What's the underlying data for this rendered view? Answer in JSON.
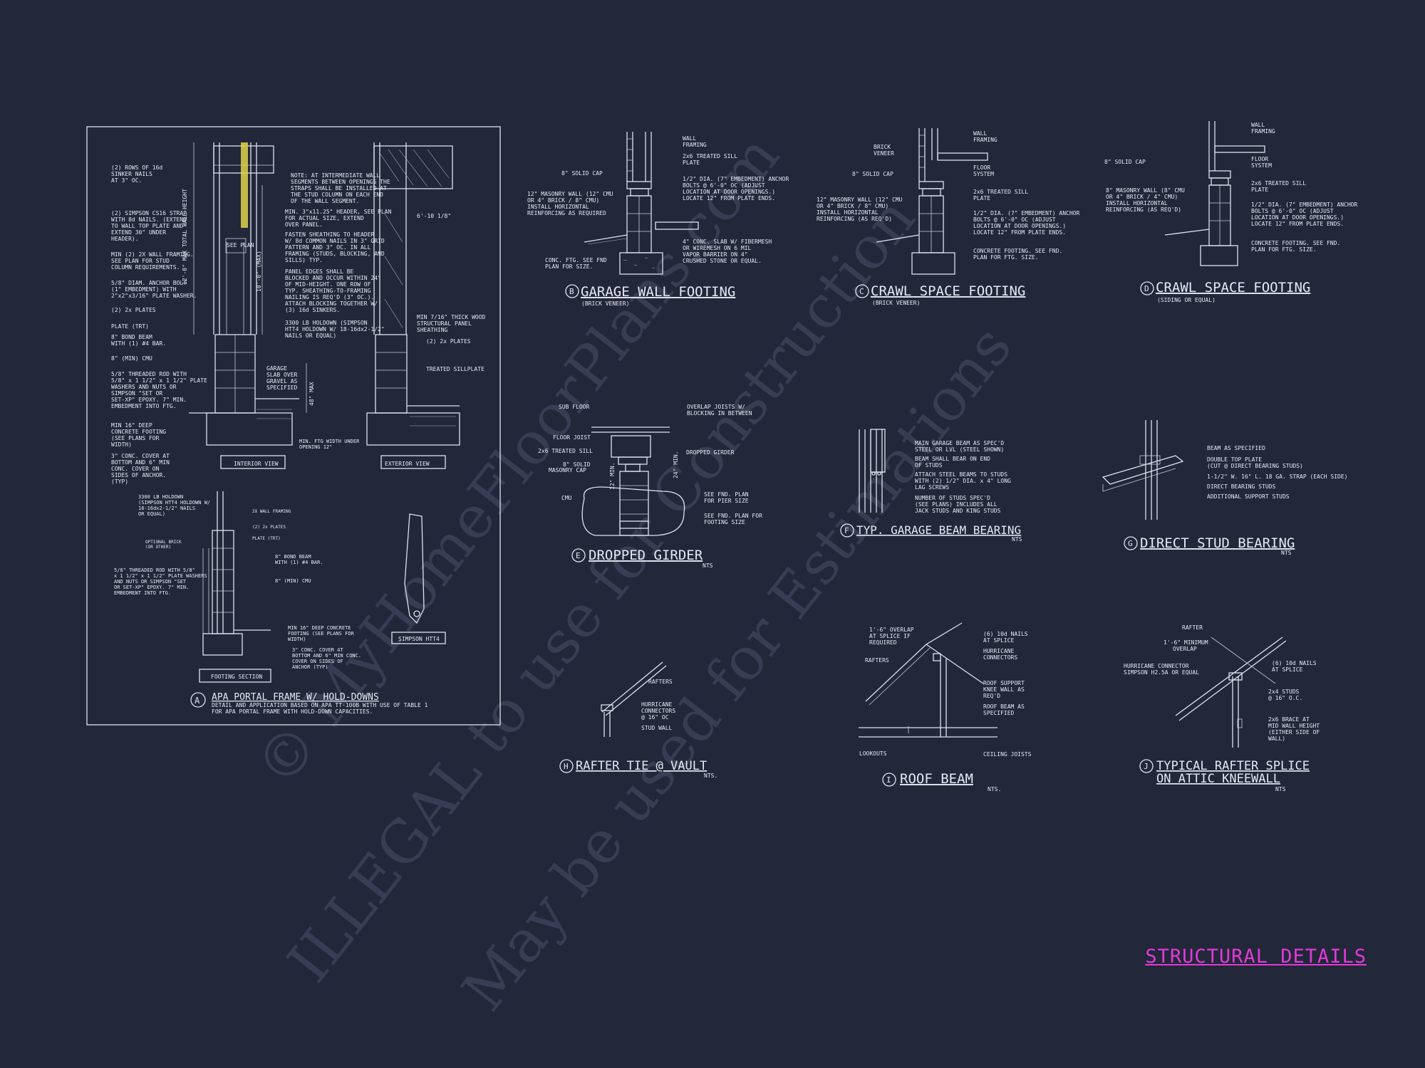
{
  "sheet_title": "STRUCTURAL DETAILS",
  "colors": {
    "background": "#22273a",
    "linework": "#dfe3ee",
    "title": "#e23ad8",
    "highlight": "#e0d44a",
    "watermark": "#4a5068"
  },
  "watermark": {
    "line1": "© MyHomeFloorPlans.com",
    "line2": "ILLEGAL to use for Construction",
    "line3": "May be used for Estimations"
  },
  "detail_a": {
    "title": "APA PORTAL FRAME W/ HOLD-DOWNS",
    "subtitle1": "DETAIL AND APPLICATION BASED ON APA TT-100B WITH USE OF TABLE 1",
    "subtitle2": "FOR APA PORTAL FRAME WITH HOLD-DOWN CAPACITIES.",
    "interior_view": "INTERIOR VIEW",
    "exterior_view": "EXTERIOR VIEW",
    "footing_section": "FOOTING SECTION",
    "simpson": "SIMPSON HTT4",
    "notes_left": [
      "(2) ROWS OF 16d",
      "SINKER NAILS",
      "AT 3\" OC.",
      "(2) SIMPSON CS16 STRAP",
      "WITH 8d NAILS. (EXTEND",
      "TO WALL TOP PLATE AND",
      "EXTEND 30\" UNDER",
      "HEADER).",
      "MIN (2) 2X WALL FRAMING.",
      "SEE PLAN FOR STUD",
      "COLUMN REQUIREMENTS.",
      "5/8\" DIAM. ANCHOR BOLT",
      "(1\" EMBEDMENT) WITH",
      "2\"x2\"x3/16\" PLATE WASHER.",
      "(2) 2x PLATES",
      "PLATE (TRT)",
      "8\" BOND BEAM",
      "WITH (1) #4 BAR.",
      "8\" (MIN) CMU",
      "5/8\" THREADED ROD WITH",
      "5/8\" x 1 1/2\" x 1 1/2\" PLATE",
      "WASHERS AND NUTS OR",
      "SIMPSON \"SET OR",
      "SET-XP\" EPOXY. 7\" MIN.",
      "EMBEDMENT INTO FTG.",
      "MIN 16\" DEEP",
      "CONCRETE FOOTING",
      "(SEE PLANS FOR",
      "WIDTH)",
      "3\" CONC. COVER AT",
      "BOTTOM AND 6\" MIN",
      "CONC. COVER ON",
      "SIDES OF ANCHOR.",
      "(TYP)"
    ],
    "notes_mid": [
      "NOTE: AT INTERMEDIATE WALL",
      "SEGMENTS BETWEEN OPENINGS THE",
      "STRAPS SHALL BE INSTALLED AT",
      "THE STUD COLUMN ON EACH END",
      "OF THE WALL SEGMENT.",
      "MIN. 3\"x11.25\" HEADER, SEE PLAN",
      "FOR ACTUAL SIZE, EXTEND",
      "OVER PANEL.",
      "FASTEN SHEATHING TO HEADER",
      "W/ 8d COMMON NAILS IN 3\" GRID",
      "PATTERN AND 3\" OC. IN ALL",
      "FRAMING (STUDS, BLOCKING, AND",
      "SILLS) TYP.",
      "PANEL EDGES SHALL BE",
      "BLOCKED AND OCCUR WITHIN 24\"",
      "OF MID-HEIGHT. ONE ROW OF",
      "TYP. SHEATHING-TO-FRAMING",
      "NAILING IS REQ'D (3\" OC.).",
      "ATTACH BLOCKING TOGETHER W/",
      "(3) 16d SINKERS.",
      "3300 LB HOLDOWN (SIMPSON",
      "HTT4 HOLDOWN W/ 18-16dx2-1/2\"",
      "NAILS OR EQUAL)",
      "GARAGE",
      "SLAB OVER",
      "GRAVEL AS",
      "SPECIFIED",
      "MIN. FTG WIDTH UNDER",
      "OPENING 12\""
    ],
    "notes_ext": [
      "MIN 7/16\" THICK WOOD",
      "STRUCTURAL PANEL",
      "SHEATHING",
      "(2) 2x PLATES",
      "TREATED SILLPLATE"
    ],
    "notes_foot_left": [
      "3300 LB HOLDOWN",
      "(SIMPSON HTT4 HOLDOWN W/",
      "18-16dx2-1/2\" NAILS",
      "OR EQUAL)",
      "OPTIONAL BRICK",
      "(OR OTHER)",
      "5/8\" THREADED ROD WITH 5/8\"",
      "x 1 1/2\" x 1 1/2\" PLATE WASHERS",
      "AND NUTS OR SIMPSON \"SET",
      "OR SET-XP\" EPOXY. 7\" MIN.",
      "EMBEDMENT INTO FTG."
    ],
    "notes_foot_right": [
      "2X WALL FRAMING",
      "(2) 2x PLATES",
      "PLATE (TRT)",
      "8\" BOND BEAM",
      "WITH (1) #4 BAR.",
      "8\" (MIN) CMU",
      "MIN 16\" DEEP CONCRETE",
      "FOOTING (SEE PLANS FOR",
      "WIDTH)",
      "3\" CONC. COVER AT",
      "BOTTOM AND 6\" MIN CONC.",
      "COVER ON SIDES OF",
      "ANCHOR (TYP)"
    ],
    "dims": [
      "12'-0\" MAX TOTAL WALL HEIGHT",
      "10'-0\" (MAX)",
      "SEE PLAN",
      "48\" MAX",
      "6'-10 1/8\""
    ]
  },
  "detail_b": {
    "letter": "B",
    "title": "GARAGE WALL FOOTING",
    "subtitle": "(BRICK VENEER)",
    "notes": [
      "WALL",
      "FRAMING",
      "2x6 TREATED SILL",
      "PLATE",
      "8\" SOLID CAP",
      "1/2\" DIA. (7\" EMBEDMENT) ANCHOR",
      "BOLTS @ 6'-0\" OC (ADJUST",
      "LOCATION AT DOOR OPENINGS.)",
      "LOCATE 12\" FROM PLATE ENDS.",
      "12\" MASONRY WALL (12\" CMU",
      "OR 4\" BRICK / 8\" CMU)",
      "INSTALL HORIZONTAL",
      "REINFORCING AS REQUIRED",
      "4\" CONC. SLAB W/ FIBERMESH",
      "OR WIREMESH ON 6 MIL",
      "VAPOR BARRIER ON 4\"",
      "CRUSHED STONE OR EQUAL.",
      "CONC. FTG. SEE FND",
      "PLAN FOR SIZE."
    ]
  },
  "detail_c": {
    "letter": "C",
    "title": "CRAWL SPACE FOOTING",
    "subtitle": "(BRICK VENEER)",
    "notes": [
      "WALL",
      "FRAMING",
      "BRICK",
      "VENEER",
      "8\" SOLID CAP",
      "FLOOR",
      "SYSTEM",
      "2x6 TREATED SILL",
      "PLATE",
      "12\" MASONRY WALL (12\" CMU",
      "OR 4\" BRICK / 8\" CMU)",
      "INSTALL HORIZONTAL",
      "REINFORCING (AS REQ'D)",
      "1/2\" DIA. (7\" EMBEDMENT) ANCHOR",
      "BOLTS @ 6'-0\" OC (ADJUST",
      "LOCATION AT DOOR OPENINGS.)",
      "LOCATE 12\" FROM PLATE ENDS.",
      "CONCRETE FOOTING. SEE FND.",
      "PLAN FOR FTG. SIZE."
    ]
  },
  "detail_d": {
    "letter": "D",
    "title": "CRAWL SPACE FOOTING",
    "subtitle": "(SIDING OR EQUAL)",
    "notes": [
      "WALL",
      "FRAMING",
      "8\" SOLID CAP",
      "FLOOR",
      "SYSTEM",
      "2x6 TREATED SILL",
      "PLATE",
      "8\" MASONRY WALL (8\" CMU",
      "OR 4\" BRICK / 4\" CMU)",
      "INSTALL HORIZONTAL",
      "REINFORCING (AS REQ'D)",
      "1/2\" DIA. (7\" EMBEDMENT) ANCHOR",
      "BOLTS @ 6'-0\" OC (ADJUST",
      "LOCATION AT DOOR OPENINGS.)",
      "LOCATE 12\" FROM PLATE ENDS.",
      "CONCRETE FOOTING. SEE FND.",
      "PLAN FOR FTG. SIZE."
    ]
  },
  "detail_e": {
    "letter": "E",
    "title": "DROPPED GIRDER",
    "scale": "NTS",
    "notes": [
      "SUB FLOOR",
      "OVERLAP JOISTS W/",
      "BLOCKING IN BETWEEN",
      "FLOOR JOIST",
      "2x6 TREATED SILL",
      "DROPPED GIRDER",
      "8\" SOLID",
      "MASONRY CAP",
      "CMU",
      "SEE FND. PLAN",
      "FOR PIER SIZE",
      "SEE FND. PLAN FOR",
      "FOOTING SIZE",
      "24\" MIN.",
      "12\" MIN."
    ]
  },
  "detail_f": {
    "letter": "F",
    "title": "TYP. GARAGE BEAM BEARING",
    "scale": "NTS",
    "notes": [
      "MAIN GARAGE BEAM AS SPEC'D",
      "STEEL OR LVL (STEEL SHOWN)",
      "BEAM SHALL BEAR ON END",
      "OF STUDS",
      "ATTACH STEEL BEAMS TO STUDS",
      "WITH (2) 1/2\" DIA. x 4\" LONG",
      "LAG SCREWS",
      "NUMBER OF STUDS SPEC'D",
      "(SEE PLANS) INCLUDES ALL",
      "JACK STUDS AND KING STUDS"
    ]
  },
  "detail_g": {
    "letter": "G",
    "title": "DIRECT STUD BEARING",
    "scale": "NTS",
    "notes": [
      "BEAM AS SPECIFIED",
      "DOUBLE TOP PLATE",
      "(CUT @ DIRECT BEARING STUDS)",
      "1-1/2\" W. 16\" L. 18 GA. STRAP (EACH SIDE)",
      "DIRECT BEARING STUDS",
      "ADDITIONAL SUPPORT STUDS"
    ]
  },
  "detail_h": {
    "letter": "H",
    "title": "RAFTER TIE @ VAULT",
    "scale": "NTS.",
    "notes": [
      "RAFTERS",
      "HURRICANE",
      "CONNECTORS",
      "@ 16\" OC",
      "STUD WALL"
    ]
  },
  "detail_i": {
    "letter": "I",
    "title": "ROOF BEAM",
    "scale": "NTS.",
    "notes": [
      "1'-6\" OVERLAP",
      "AT SPLICE IF",
      "REQUIRED",
      "RAFTERS",
      "(6) 10d NAILS",
      "AT SPLICE",
      "HURRICANE",
      "CONNECTORS",
      "ROOF SUPPORT",
      "KNEE WALL AS",
      "REQ'D",
      "ROOF BEAM AS",
      "SPECIFIED",
      "LOOKOUTS",
      "CEILING JOISTS"
    ]
  },
  "detail_j": {
    "letter": "J",
    "title": "TYPICAL RAFTER SPLICE",
    "title2": "ON ATTIC KNEEWALL",
    "scale": "NTS",
    "notes": [
      "RAFTER",
      "1'-6\" MINIMUM",
      "OVERLAP",
      "HURRICANE CONNECTOR",
      "SIMPSON H2.5A OR EQUAL",
      "(6) 10d NAILS",
      "AT SPLICE",
      "2x4 STUDS",
      "@ 16\" O.C.",
      "2x6 BRACE AT",
      "MID WALL HEIGHT",
      "(EITHER SIDE OF",
      "WALL)"
    ]
  }
}
